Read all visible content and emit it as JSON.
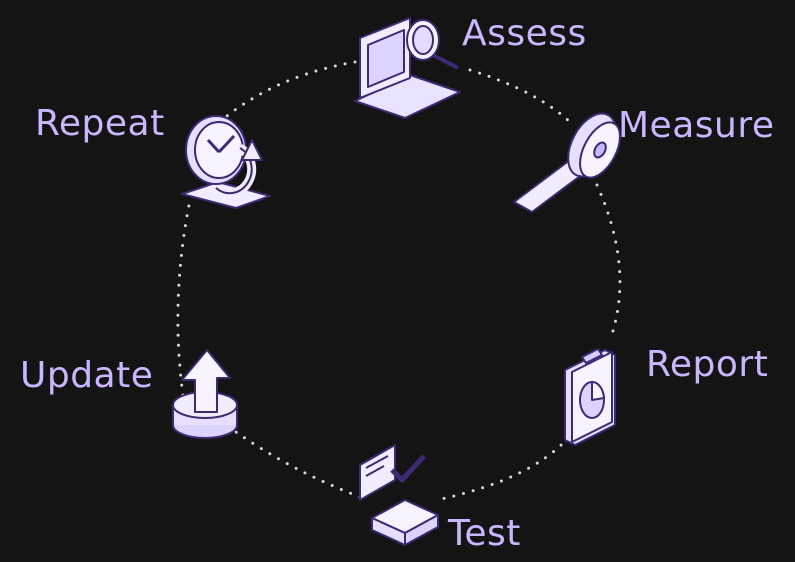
{
  "diagram": {
    "steps": [
      {
        "id": "assess",
        "label": "Assess",
        "icon": "magnifier-screen-icon"
      },
      {
        "id": "measure",
        "label": "Measure",
        "icon": "tape-measure-icon"
      },
      {
        "id": "report",
        "label": "Report",
        "icon": "clipboard-chart-icon"
      },
      {
        "id": "test",
        "label": "Test",
        "icon": "checklist-device-icon"
      },
      {
        "id": "update",
        "label": "Update",
        "icon": "upload-arrow-icon"
      },
      {
        "id": "repeat",
        "label": "Repeat",
        "icon": "clock-cycle-icon"
      }
    ],
    "colors": {
      "background": "#141414",
      "accent": "#c9b6ff",
      "icon_fill": "#f1ecff",
      "icon_stroke": "#3c2a73",
      "dots": "#d8d8d8"
    }
  }
}
